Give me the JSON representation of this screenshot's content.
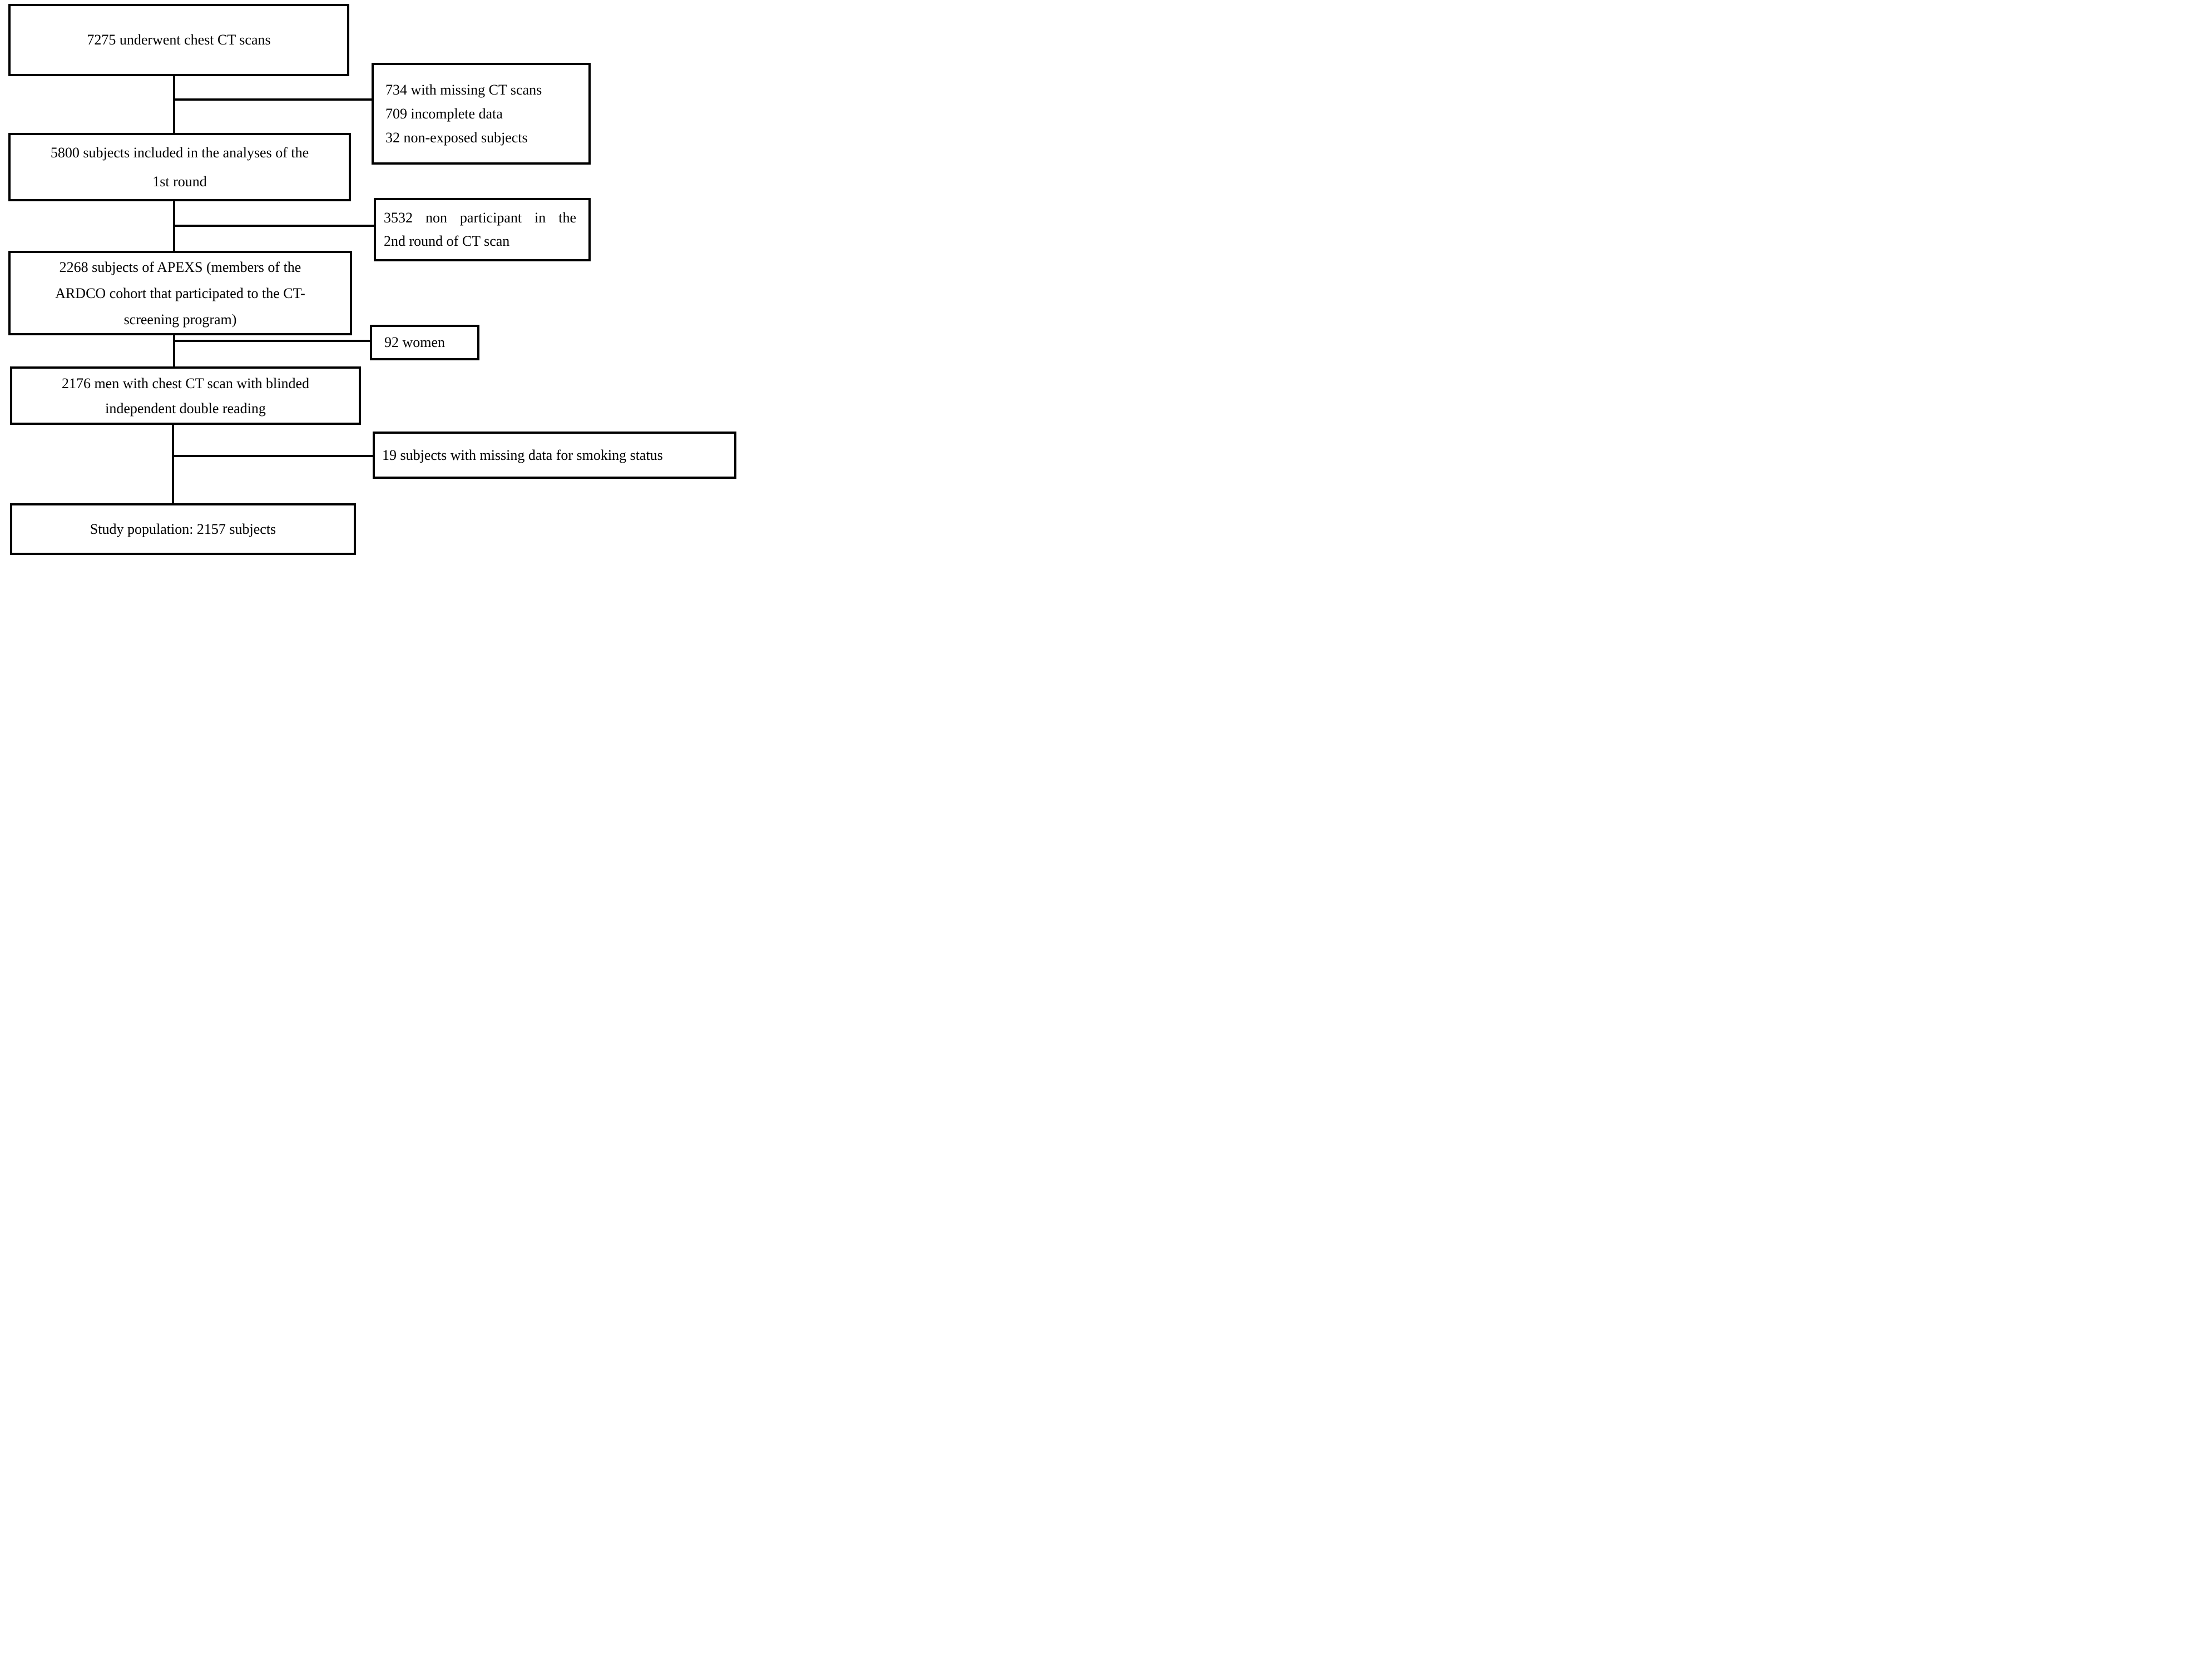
{
  "diagram": {
    "colors": {
      "background": "#ffffff",
      "border": "#000000",
      "text": "#000000"
    },
    "boxes": {
      "total_ct": {
        "text": "7275 underwent chest CT scans"
      },
      "excluded_round1": {
        "lines": [
          "734 with missing CT scans",
          "709 incomplete data",
          "32 non-exposed subjects"
        ]
      },
      "round1": {
        "lines": [
          "5800 subjects included in the analyses of the",
          "1st round"
        ]
      },
      "non_participants_round2": {
        "lines": [
          "3532 non participant in the",
          "2nd round of CT scan"
        ]
      },
      "apexs": {
        "lines": [
          "2268 subjects of APEXS (members of the",
          "ARDCO cohort that participated to the CT-",
          "screening program)"
        ]
      },
      "women_excluded": {
        "text": "92 women"
      },
      "double_reading": {
        "lines": [
          "2176 men with chest CT scan with blinded",
          "independent double reading"
        ]
      },
      "missing_smoking": {
        "text": "19 subjects with missing data for smoking status"
      },
      "study_population": {
        "text": "Study population: 2157 subjects"
      }
    }
  }
}
